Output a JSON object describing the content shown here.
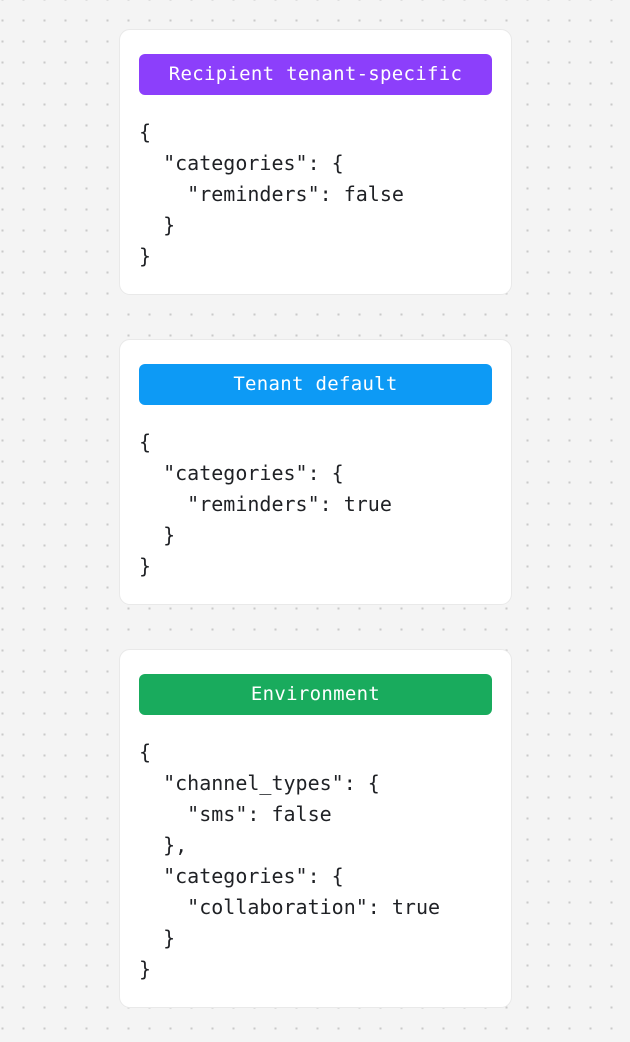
{
  "page": {
    "background_color": "#f4f4f4",
    "dot_color": "#c9c9c9",
    "card_background": "#ffffff",
    "card_border_color": "#e9e9e9",
    "code_text_color": "#1f2125"
  },
  "cards": [
    {
      "name": "recipient-tenant-specific",
      "badge_label": "Recipient tenant-specific",
      "badge_color": "#8c3ffb",
      "code": "{\n  \"categories\": {\n    \"reminders\": false\n  }\n}"
    },
    {
      "name": "tenant-default",
      "badge_label": "Tenant default",
      "badge_color": "#0d9af5",
      "code": "{\n  \"categories\": {\n    \"reminders\": true\n  }\n}"
    },
    {
      "name": "environment",
      "badge_label": "Environment",
      "badge_color": "#19ab5d",
      "code": "{\n  \"channel_types\": {\n    \"sms\": false\n  },\n  \"categories\": {\n    \"collaboration\": true\n  }\n}"
    }
  ]
}
